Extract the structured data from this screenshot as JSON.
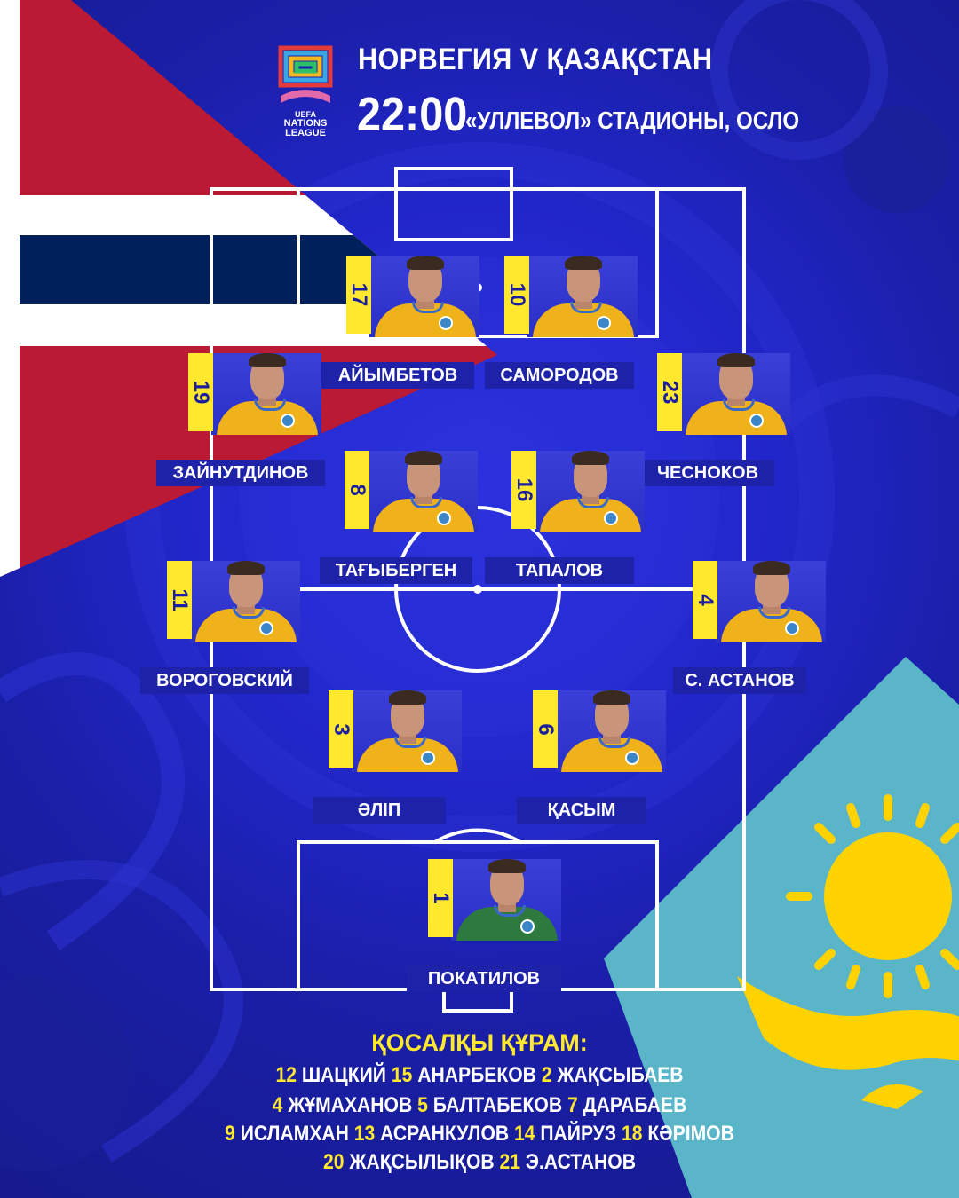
{
  "header": {
    "logo_text": "UEFA NATIONS LEAGUE",
    "title": "НОРВЕГИЯ V ҚАЗАҚСТАН",
    "time": "22:00",
    "venue": "«УЛЛЕВОЛ» СТАДИОНЫ, ОСЛО"
  },
  "colors": {
    "background": "#2126c9",
    "accent_yellow": "#ffe82e",
    "norway_red": "#ba1a33",
    "norway_blue": "#00205b",
    "kz_sky": "#5ab5c9",
    "kz_gold": "#ffd200"
  },
  "lineup": [
    {
      "number": "17",
      "name": "АЙЫМБЕТОВ"
    },
    {
      "number": "10",
      "name": "САМОРОДОВ"
    },
    {
      "number": "19",
      "name": "ЗАЙНУТДИНОВ"
    },
    {
      "number": "23",
      "name": "ЧЕСНОКОВ"
    },
    {
      "number": "8",
      "name": "ТАҒЫБЕРГЕН"
    },
    {
      "number": "16",
      "name": "ТАПАЛОВ"
    },
    {
      "number": "11",
      "name": "ВОРОГОВСКИЙ"
    },
    {
      "number": "4",
      "name": "С. АСТАНОВ"
    },
    {
      "number": "3",
      "name": "ӘЛІП"
    },
    {
      "number": "6",
      "name": "ҚАСЫМ"
    },
    {
      "number": "1",
      "name": "ПОКАТИЛОВ"
    }
  ],
  "subs": {
    "title": "ҚОСАЛҚЫ ҚҰРАМ:",
    "lines": [
      [
        {
          "n": "12",
          "name": "ШАЦКИЙ"
        },
        {
          "n": "15",
          "name": "АНАРБЕКОВ"
        },
        {
          "n": "2",
          "name": "ЖАҚСЫБАЕВ"
        }
      ],
      [
        {
          "n": "4",
          "name": "ЖҰМАХАНОВ"
        },
        {
          "n": "5",
          "name": "БАЛТАБЕКОВ"
        },
        {
          "n": "7",
          "name": "ДАРАБАЕВ"
        }
      ],
      [
        {
          "n": "9",
          "name": "ИСЛАМХАН"
        },
        {
          "n": "13",
          "name": "АСРАНКУЛОВ"
        },
        {
          "n": "14",
          "name": "ПАЙРУЗ"
        },
        {
          "n": "18",
          "name": "КӘРІМОВ"
        }
      ],
      [
        {
          "n": "20",
          "name": "ЖАҚСЫЛЫҚОВ"
        },
        {
          "n": "21",
          "name": "Э.АСТАНОВ"
        }
      ]
    ]
  }
}
